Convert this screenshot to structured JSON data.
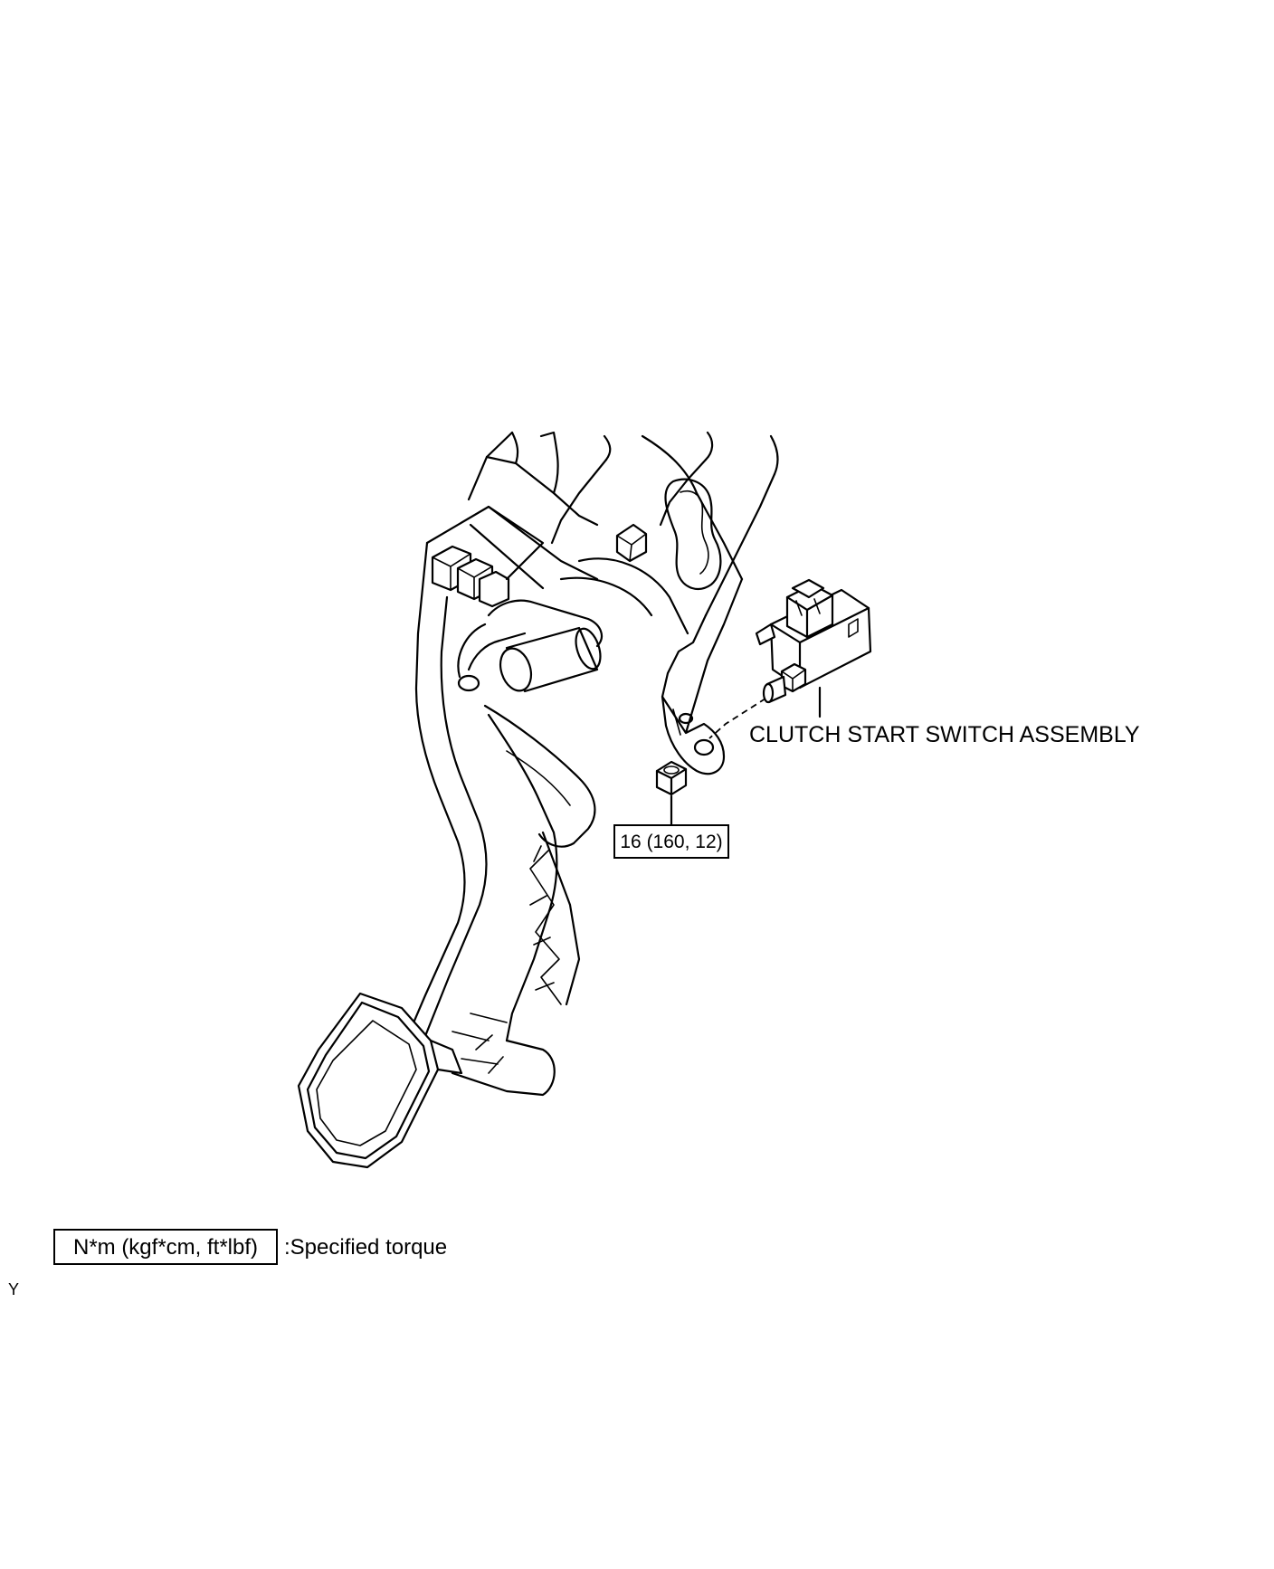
{
  "callouts": {
    "switch_label": "CLUTCH START SWITCH ASSEMBLY",
    "torque_value": "16 (160, 12)"
  },
  "legend": {
    "unit_box": "N*m (kgf*cm, ft*lbf)",
    "description": ":Specified torque"
  },
  "corner_mark": "Y",
  "icons": {
    "pedal": "clutch-pedal-assembly-drawing",
    "switch": "clutch-start-switch-drawing",
    "nut": "hex-nut-drawing"
  }
}
